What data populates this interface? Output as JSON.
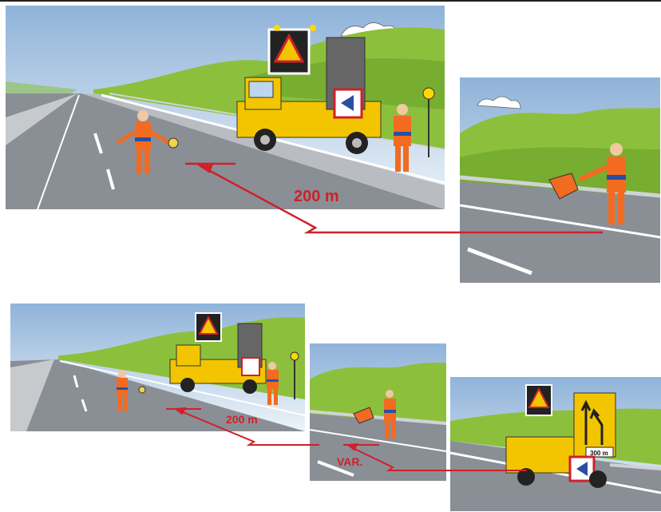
{
  "labels": {
    "distance_top": "200 m",
    "distance_bottom": "200 m",
    "variable": "VAR.",
    "sign_distance": "300 m"
  },
  "colors": {
    "sky_top": "#8fb3d9",
    "sky_bottom": "#eaf2f8",
    "hill": "#8cc03c",
    "hill_dark": "#6fa52a",
    "road": "#8a8f96",
    "truck": "#f2c500",
    "worker_suit": "#f26b21",
    "worker_band": "#2a4fa0",
    "arrow": "#d0202a"
  }
}
